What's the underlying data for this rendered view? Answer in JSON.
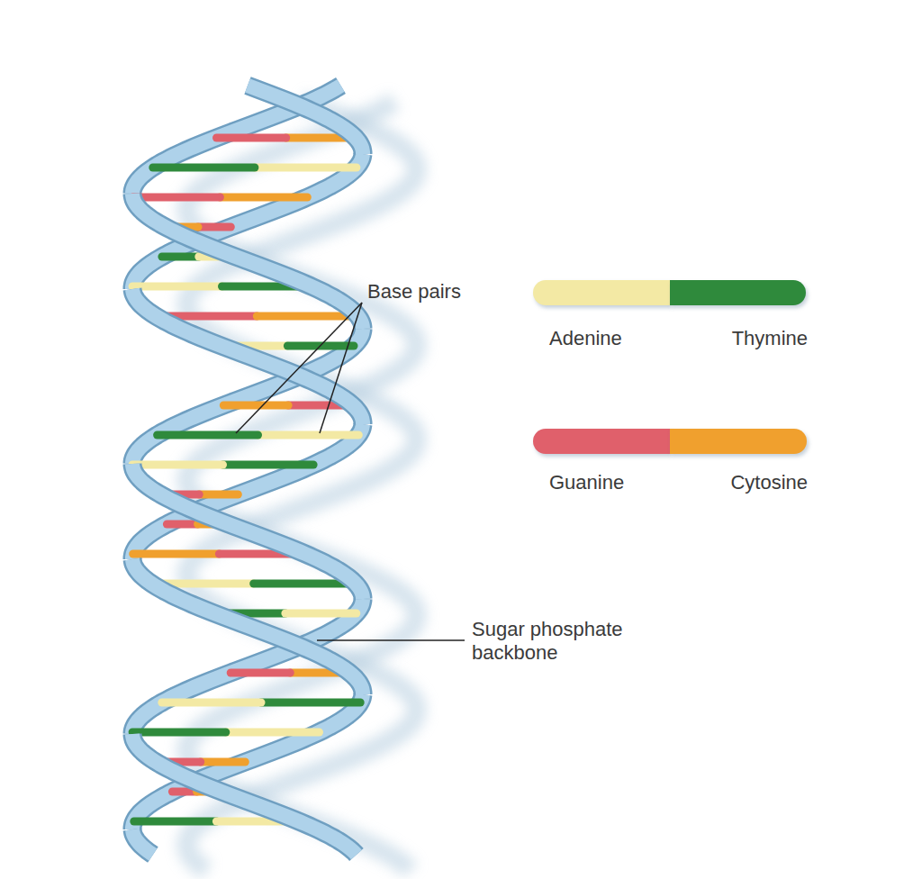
{
  "diagram": {
    "labels": [
      "Base pairs",
      "Sugar phosphate backbone"
    ],
    "legend": [
      {
        "text": "Adenine",
        "color": "#f3e9a4"
      },
      {
        "text": "Thymine",
        "color": "#2f8a3c"
      },
      {
        "text": "Guanine",
        "color": "#e0606b"
      },
      {
        "text": "Cytosine",
        "color": "#f0a02e"
      }
    ]
  }
}
